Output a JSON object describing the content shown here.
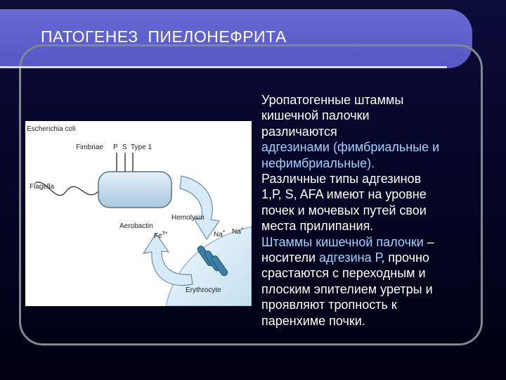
{
  "title": "ПАТОГЕНЕЗ  ПИЕЛОНЕФРИТА",
  "colors": {
    "background": "#06062a",
    "title_bar": "#5e5ecb",
    "frame": "#7e8a90",
    "highlight_text": "#9fd2ff",
    "cell_fill": "#c9dfee",
    "arrow_fill": "#d6eaf8"
  },
  "figure": {
    "species": "Escherichia coli",
    "fimbriae": "Fimbriae",
    "p": "P",
    "s": "S",
    "type1": "Type 1",
    "flagella": "Flagella",
    "hemolysin": "Hemolysin",
    "aerobactin": "Aerobactin",
    "fe3": "Fe",
    "fe3_sup": "3+",
    "na1": "Na",
    "na1_sup": "+",
    "na2": "Na",
    "na2_sup": "+",
    "erythrocyte": "Erythrocyte"
  },
  "text": {
    "l1": "Уропатогенные штаммы",
    "l2": "кишечной палочки",
    "l3": "различаются",
    "l4": "адгезинами (фимбриальные и",
    "l5": "нефимбриальные).",
    "l6": "Различные типы адгезинов",
    "l7": "1,Р, S, AFA имеют на уровне",
    "l8": "почек и мочевых путей свои",
    "l9": "места прилипания.",
    "l10a": "Штаммы кишечной палочки",
    "l10b": " –",
    "l11a": "носители ",
    "l11b": "адгезина Р",
    "l11c": ", прочно",
    "l12": "срастаются с переходным и",
    "l13": "плоским эпителием уретры и",
    "l14": "проявляют тропность к",
    "l15": "паренхиме почки."
  }
}
